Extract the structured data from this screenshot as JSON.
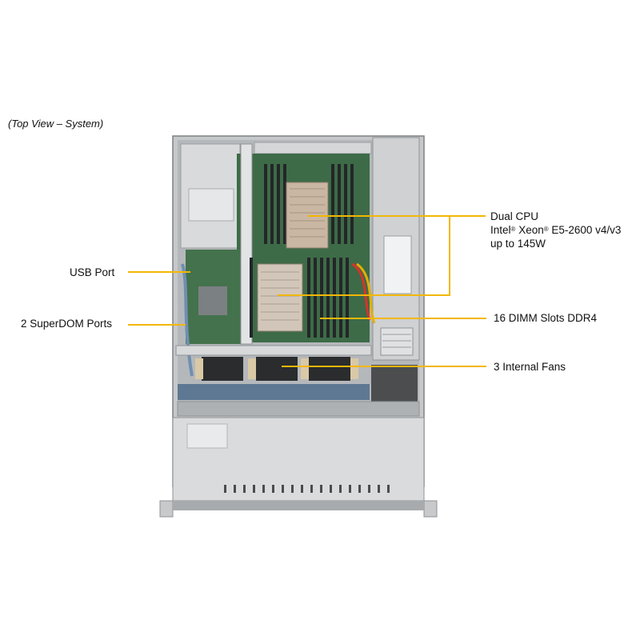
{
  "caption": "(Top View – System)",
  "labels": {
    "usb": "USB Port",
    "superdom": "2 SuperDOM Ports",
    "cpu_line1": "Dual CPU",
    "cpu_line2_a": "Intel",
    "cpu_reg1": "®",
    "cpu_line2_b": " Xeon",
    "cpu_reg2": "®",
    "cpu_line2_c": " E5-2600 v4/v3",
    "cpu_line3": "up to 145W",
    "dimm": "16 DIMM Slots DDR4",
    "fans": "3 Internal Fans"
  },
  "colors": {
    "callout": "#f2b705",
    "chassis": "#c9cbcc",
    "motherboard": "#3d6b47",
    "heatsink": "#c9b6a3",
    "fan": "#2a2c2e"
  }
}
